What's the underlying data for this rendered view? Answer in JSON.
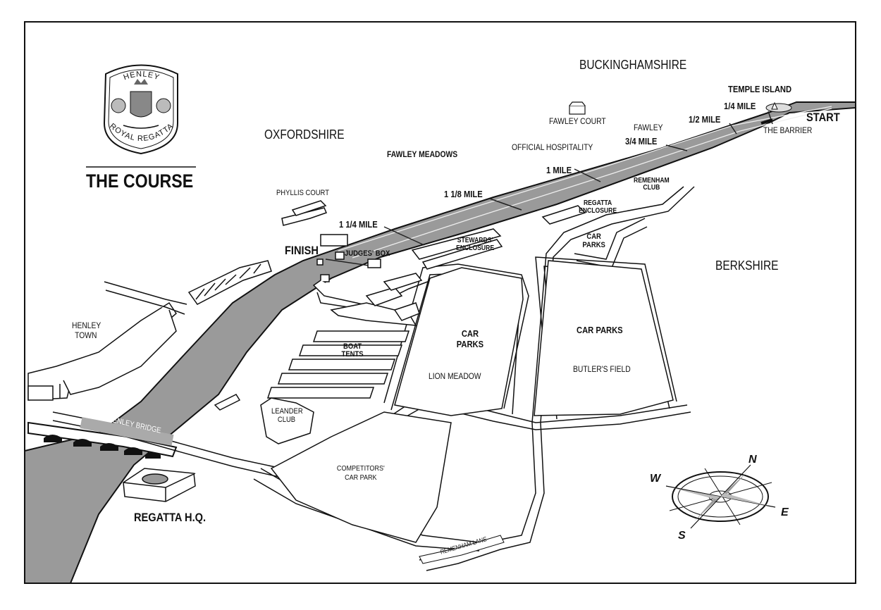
{
  "title": "THE COURSE",
  "emblem": {
    "top": "HENLEY",
    "bottom": "ROYAL REGATTA"
  },
  "counties": {
    "north": "BUCKINGHAMSHIRE",
    "west": "OXFORDSHIRE",
    "east": "BERKSHIRE"
  },
  "course_markers": {
    "start": "START",
    "finish": "FINISH",
    "quarter": "1/4 MILE",
    "half": "1/2 MILE",
    "three_quarter": "3/4 MILE",
    "one": "1 MILE",
    "one_eighth": "1 1/8 MILE",
    "one_quarter": "1 1/4 MILE"
  },
  "places": {
    "temple_island": "TEMPLE ISLAND",
    "barrier": "THE BARRIER",
    "fawley_court": "FAWLEY COURT",
    "fawley": "FAWLEY",
    "official_hospitality": "OFFICIAL HOSPITALITY",
    "fawley_meadows": "FAWLEY MEADOWS",
    "phyllis_court": "PHYLLIS COURT",
    "remenham_club": "REMENHAM CLUB",
    "regatta_enclosure": "REGATTA ENCLOSURE",
    "stewards_enclosure": "STEWARDS' ENCLOSURE",
    "judges_box": "JUDGES' BOX",
    "car_parks_small": "CAR PARKS",
    "car_parks_lion": "CAR PARKS",
    "lion_meadow": "LION MEADOW",
    "car_parks_butler": "CAR PARKS",
    "butlers_field": "BUTLER'S FIELD",
    "boat_tents": "BOAT TENTS",
    "henley_town": "HENLEY TOWN",
    "henley_bridge": "HENLEY BRIDGE",
    "leander_club": "LEANDER CLUB",
    "competitors_car_park": "COMPETITORS' CAR PARK",
    "regatta_hq": "REGATTA H.Q.",
    "remenham_lane": "REMENHAM LANE"
  },
  "compass": {
    "n": "N",
    "e": "E",
    "s": "S",
    "w": "W"
  },
  "colors": {
    "river": "#9a9a9a",
    "ink": "#111111",
    "road": "#ffffff"
  }
}
